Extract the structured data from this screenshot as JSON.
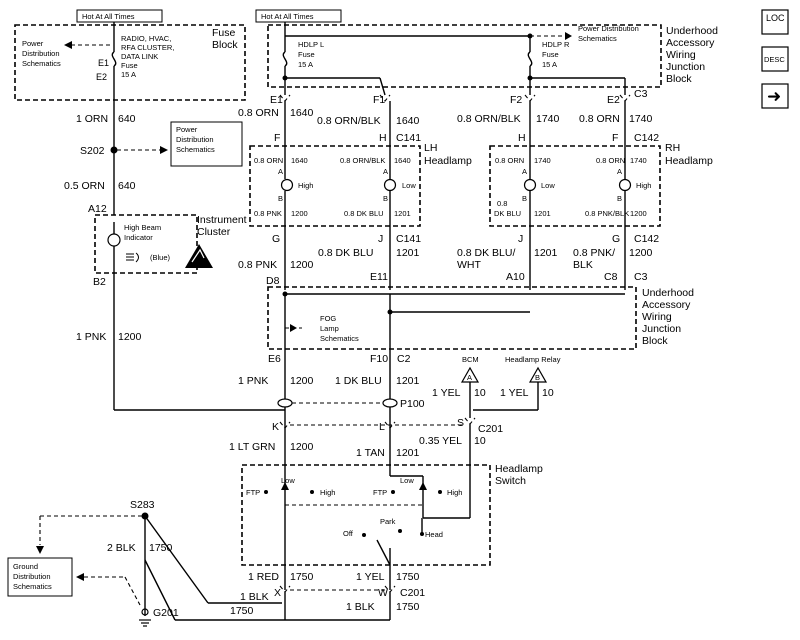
{
  "nav": {
    "loc": "LOC",
    "desc": "DESC",
    "arrow": "➜"
  },
  "hot_left": "Hot At All Times",
  "hot_right": "Hot At All Times",
  "fuse_block": {
    "title1": "Fuse",
    "title2": "Block",
    "left1": "Power",
    "left2": "Distribution",
    "left3": "Schematics",
    "e1": "E1",
    "e2": "E2",
    "fuse1": "RADIO, HVAC,",
    "fuse2": "RFA CLUSTER,",
    "fuse3": "DATA LINK",
    "fuse4": "Fuse",
    "fuse5": "15 A"
  },
  "uawjb_top": {
    "title1": "Underhood",
    "title2": "Accessory",
    "title3": "Wiring",
    "title4": "Junction",
    "title5": "Block",
    "hdlp_l1": "HDLP L",
    "hdlp_l2": "Fuse",
    "hdlp_l3": "15 A",
    "hdlp_r1": "HDLP R",
    "hdlp_r2": "Fuse",
    "hdlp_r3": "15 A",
    "pd1": "Power Distribution",
    "pd2": "Schematics",
    "e1": "E1",
    "f1": "F1",
    "f2": "F2",
    "e2": "E2",
    "c3": "C3"
  },
  "wires_top": {
    "w1": "0.8 ORN",
    "w1n": "1640",
    "w2": "0.8 ORN/BLK",
    "w2n": "1640",
    "w3": "0.8 ORN/BLK",
    "w3n": "1740",
    "w4": "0.8 ORN",
    "w4n": "1740"
  },
  "left_col": {
    "w1": "1 ORN",
    "w1n": "640",
    "s202": "S202",
    "pd1": "Power",
    "pd2": "Distribution",
    "pd3": "Schematics",
    "w2": "0.5 ORN",
    "w2n": "640",
    "a12": "A12",
    "b2": "B2",
    "ic1": "Instrument",
    "ic2": "Cluster",
    "hb1": "High Beam",
    "hb2": "Indicator",
    "blue": "(Blue)",
    "pnk": "1 PNK",
    "pnkn": "1200"
  },
  "lh": {
    "title1": "LH",
    "title2": "Headlamp",
    "f": "F",
    "h": "H",
    "c141": "C141",
    "w1": "0.8 ORN",
    "w1n": "1640",
    "w2": "0.8 ORN/BLK",
    "w2n": "1640",
    "a": "A",
    "b": "B",
    "high": "High",
    "low": "Low",
    "w3": "0.8 PNK",
    "w3n": "1200",
    "w4": "0.8 DK BLU",
    "w4n": "1201",
    "g": "G",
    "j": "J",
    "c141b": "C141"
  },
  "rh": {
    "title1": "RH",
    "title2": "Headlamp",
    "h": "H",
    "f": "F",
    "c142": "C142",
    "w1": "0.8 ORN",
    "w1n": "1740",
    "w2": "0.8 ORN",
    "w2n": "1740",
    "a": "A",
    "b": "B",
    "low": "Low",
    "high": "High",
    "w3a": "0.8",
    "w3b": "DK BLU",
    "w3n": "1201",
    "w4": "0.8 PNK/BLK",
    "w4n": "1200",
    "j": "J",
    "g": "G",
    "c142b": "C142"
  },
  "mid": {
    "pnk": "0.8 PNK",
    "pnkn": "1200",
    "dkblu": "0.8 DK BLU",
    "dkblun": "1201",
    "dkbluwht1": "0.8 DK BLU/",
    "dkbluwht2": "WHT",
    "dkbluwhtn": "1201",
    "pnkblk1": "0.8 PNK/",
    "pnkblk2": "BLK",
    "pnkblkn": "1200",
    "d8": "D8",
    "e11": "E11",
    "a10": "A10",
    "c8": "C8",
    "c3": "C3"
  },
  "uawjb_mid": {
    "title1": "Underhood",
    "title2": "Accessory",
    "title3": "Wiring",
    "title4": "Junction",
    "title5": "Block",
    "fog1": "FOG",
    "fog2": "Lamp",
    "fog3": "Schematics",
    "e6": "E6",
    "f10": "F10",
    "c2": "C2"
  },
  "lower": {
    "w1": "1 PNK",
    "w1n": "1200",
    "w2": "1 DK BLU",
    "w2n": "1201",
    "p100": "P100",
    "bcm": "BCM",
    "relay": "Headlamp Relay",
    "a": "A",
    "b": "B",
    "yel1": "1 YEL",
    "yel1n": "10",
    "yel2": "1 YEL",
    "yel2n": "10",
    "k": "K",
    "l": "L",
    "s": "S",
    "c201": "C201",
    "ltgrn": "1 LT GRN",
    "ltgrnn": "1200",
    "tan": "1 TAN",
    "tann": "1201",
    "yel35": "0.35 YEL",
    "yel35n": "10"
  },
  "switch": {
    "title1": "Headlamp",
    "title2": "Switch",
    "ftp1": "FTP",
    "low1": "Low",
    "high1": "High",
    "ftp2": "FTP",
    "low2": "Low",
    "high2": "High",
    "park": "Park",
    "off": "Off",
    "head": "Head"
  },
  "bottom": {
    "s283": "S283",
    "blk2": "2 BLK",
    "blk2n": "1750",
    "gd1": "Ground",
    "gd2": "Distribution",
    "gd3": "Schematics",
    "g201": "G201",
    "red": "1 RED",
    "redn": "1750",
    "yel": "1 YEL",
    "yeln": "1750",
    "x": "X",
    "w": "W",
    "c201": "C201",
    "blk1": "1 BLK",
    "blk1n": "1750",
    "blk3": "1 BLK",
    "blk3n": "1750"
  }
}
